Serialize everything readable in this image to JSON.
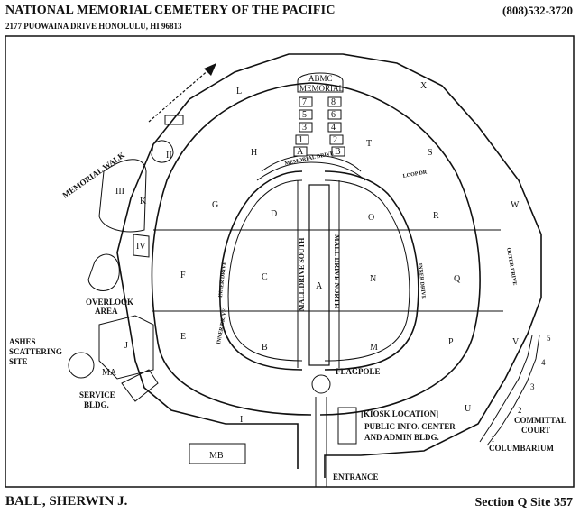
{
  "header": {
    "title": "NATIONAL MEMORIAL CEMETERY OF THE PACIFIC",
    "address": "2177 PUOWAINA DRIVE HONOLULU, HI 96813",
    "phone": "(808)532-3720"
  },
  "footer": {
    "name": "BALL, SHERWIN J.",
    "site": "Section Q  Site 357"
  },
  "map": {
    "sections": {
      "A": "A",
      "B": "B",
      "C": "C",
      "D": "D",
      "E": "E",
      "F": "F",
      "G": "G",
      "H": "H",
      "I": "I",
      "J": "J",
      "K": "K",
      "L": "L",
      "M": "M",
      "N": "N",
      "O": "O",
      "P": "P",
      "Q": "Q",
      "R": "R",
      "S": "S",
      "T": "T",
      "U": "U",
      "V": "V",
      "W": "W",
      "X": "X",
      "II": "II",
      "III": "III",
      "IV": "IV",
      "MA": "MA",
      "MB": "MB"
    },
    "memorial_steps": [
      "7",
      "8",
      "5",
      "6",
      "3",
      "4",
      "1",
      "2",
      "A",
      "B"
    ],
    "columbarium_courts": [
      "5",
      "4",
      "3",
      "2",
      "1"
    ],
    "labels": {
      "abmc": "ABMC",
      "memorial": "MEMORIAL",
      "memorial_walk": "MEMORIAL WALK",
      "overlook": "OVERLOOK",
      "area": "AREA",
      "ashes": "ASHES",
      "scattering": "SCATTERING",
      "site": "SITE",
      "service": "SERVICE",
      "bldg": "BLDG.",
      "flagpole": "FLAGPOLE",
      "kiosk": "[KIOSK LOCATION]",
      "public_info": "PUBLIC INFO. CENTER",
      "admin_bldg": "AND ADMIN BLDG.",
      "entrance": "ENTRANCE",
      "committal": "COMMITTAL",
      "court": "COURT",
      "columbarium": "COLUMBARIUM"
    },
    "roads": {
      "mall_south": "MALL DRIVE SOUTH",
      "mall_north": "MALL DRIVE NORTH",
      "memorial_drive": "MEMORIAL DRIVE",
      "inner_drive_w": "INNER DRIVE",
      "inner_drive_e": "INNER DRIVE",
      "inner_drive_sw": "INNER DRIVE",
      "outer_drive": "OUTER DRIVE",
      "left_loop": "LOOP DR"
    }
  }
}
